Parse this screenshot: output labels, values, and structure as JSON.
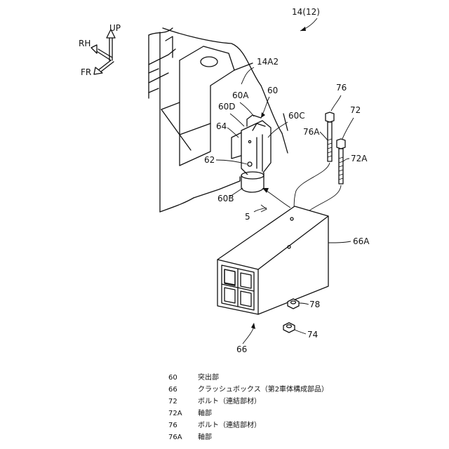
{
  "figure": {
    "title_ref": "14(12)",
    "directions": {
      "up": "UP",
      "rh": "RH",
      "fr": "FR"
    },
    "callouts": {
      "c14A2": "14A2",
      "c60": "60",
      "c60A": "60A",
      "c60D": "60D",
      "c60C": "60C",
      "c64": "64",
      "c62": "62",
      "c60B": "60B",
      "c5": "5",
      "c76": "76",
      "c76A": "76A",
      "c72": "72",
      "c72A": "72A",
      "c66A": "66A",
      "c78": "78",
      "c74": "74",
      "c66": "66"
    }
  },
  "legend": [
    {
      "num": "60",
      "text": "突出部"
    },
    {
      "num": "66",
      "text": "クラッシュボックス（第2車体構成部品）"
    },
    {
      "num": "72",
      "text": "ボルト（連結部材）"
    },
    {
      "num": "72A",
      "text": "軸部"
    },
    {
      "num": "76",
      "text": "ボルト（連結部材）"
    },
    {
      "num": "76A",
      "text": "軸部"
    }
  ]
}
